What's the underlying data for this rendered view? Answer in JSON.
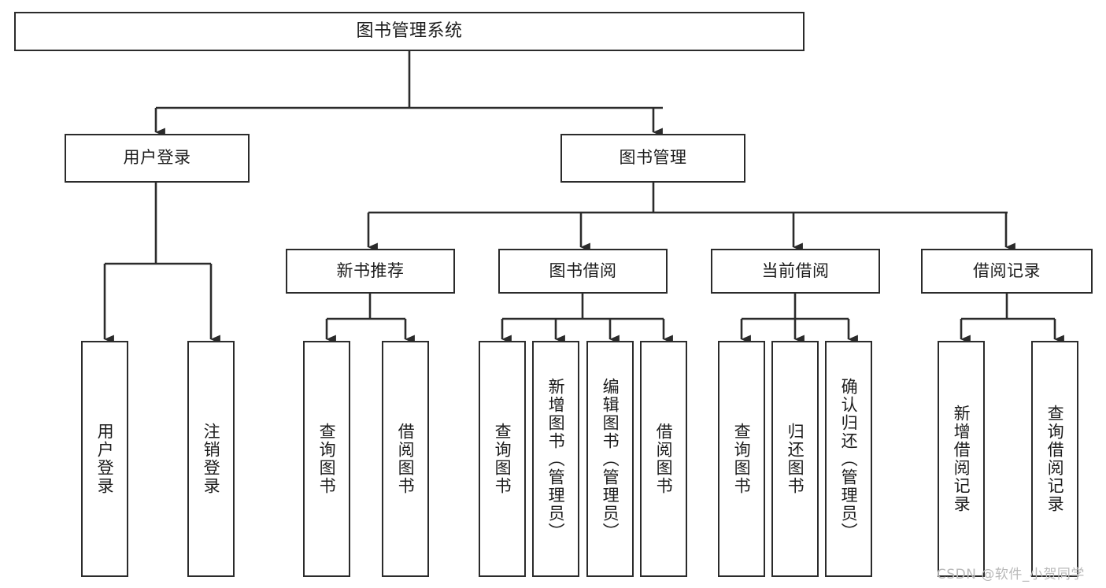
{
  "diagram": {
    "type": "tree",
    "title": "图书管理系统",
    "watermark": "CSDN @软件_小贺同学",
    "colors": {
      "stroke": "#2b2b2b",
      "fill": "#ffffff",
      "text": "#1c1c1c",
      "watermark": "#b9b9b9"
    },
    "nodes": {
      "root": {
        "label": "图书管理系统"
      },
      "level2": [
        {
          "label": "用户登录"
        },
        {
          "label": "图书管理"
        }
      ],
      "level3": [
        {
          "label": "新书推荐"
        },
        {
          "label": "图书借阅"
        },
        {
          "label": "当前借阅"
        },
        {
          "label": "借阅记录"
        }
      ],
      "leaves_user_login": [
        {
          "label": "用户登录"
        },
        {
          "label": "注销登录"
        }
      ],
      "leaves_new_books": [
        {
          "label": "查询图书"
        },
        {
          "label": "借阅图书"
        }
      ],
      "leaves_borrow": [
        {
          "label": "查询图书"
        },
        {
          "label": "新增图书（管理员）"
        },
        {
          "label": "编辑图书（管理员）"
        },
        {
          "label": "借阅图书"
        }
      ],
      "leaves_current": [
        {
          "label": "查询图书"
        },
        {
          "label": "归还图书"
        },
        {
          "label": "确认归还（管理员）"
        }
      ],
      "leaves_records": [
        {
          "label": "新增借阅记录"
        },
        {
          "label": "查询借阅记录"
        }
      ]
    }
  }
}
